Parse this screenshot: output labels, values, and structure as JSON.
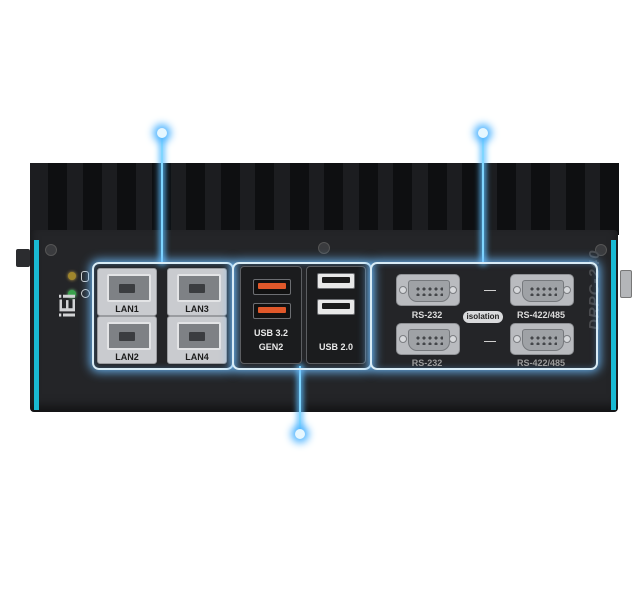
{
  "device": {
    "model": "DRPC-240",
    "brand_logo": "iEi",
    "colors": {
      "accent_stripe": "#19b9d3",
      "glow": "#7fd6ff",
      "usb3_tongue": "#e0582a",
      "usb2_tongue": "#1b1b1b"
    }
  },
  "lan_ports": [
    {
      "label": "LAN1"
    },
    {
      "label": "LAN3"
    },
    {
      "label": "LAN2"
    },
    {
      "label": "LAN4"
    }
  ],
  "usb": {
    "usb3_label_line1": "USB 3.2",
    "usb3_label_line2": "GEN2",
    "usb2_label": "USB 2.0"
  },
  "serial": {
    "top_left": "RS-232",
    "top_right": "RS-422/485",
    "bottom_left": "RS-232",
    "bottom_right": "RS-422/485",
    "isolation": "isolation"
  },
  "icons": [
    "hdd-led-icon",
    "power-icon",
    "screw-icon"
  ]
}
